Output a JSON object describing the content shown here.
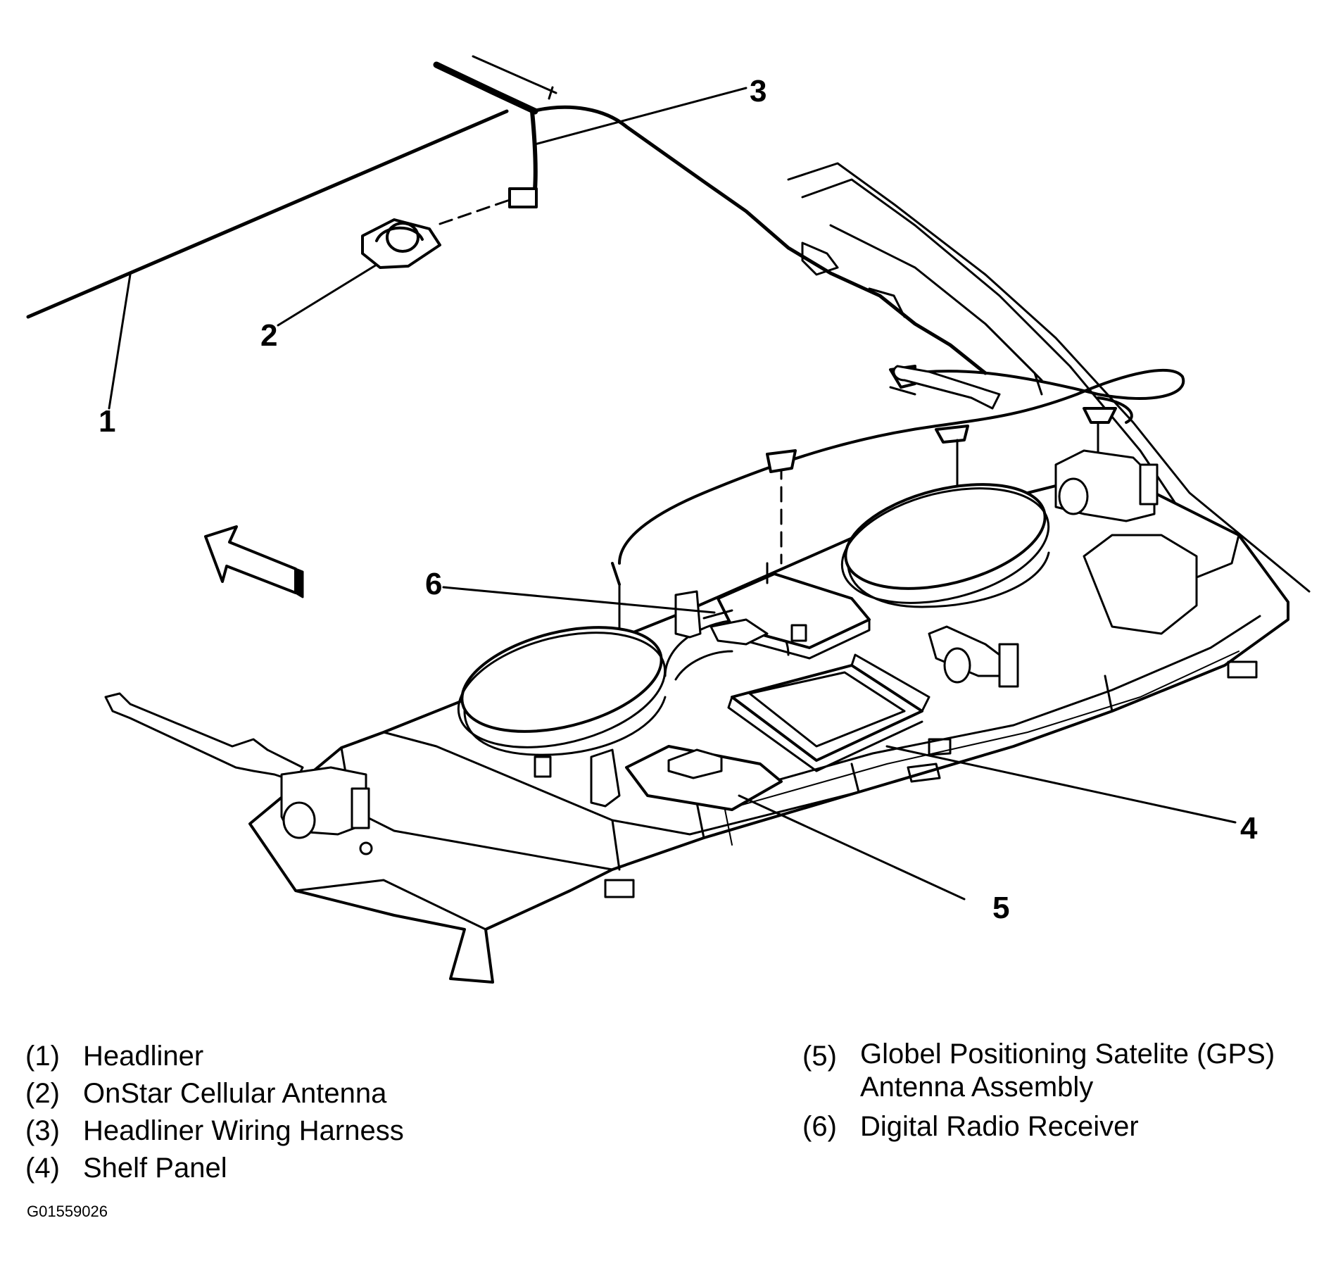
{
  "callouts": [
    {
      "id": "1",
      "label": "1"
    },
    {
      "id": "2",
      "label": "2"
    },
    {
      "id": "3",
      "label": "3"
    },
    {
      "id": "4",
      "label": "4"
    },
    {
      "id": "5",
      "label": "5"
    },
    {
      "id": "6",
      "label": "6"
    }
  ],
  "legend": {
    "left": [
      {
        "num": "(1)",
        "text": "Headliner"
      },
      {
        "num": "(2)",
        "text": "OnStar Cellular Antenna"
      },
      {
        "num": "(3)",
        "text": "Headliner Wiring Harness"
      },
      {
        "num": "(4)",
        "text": "Shelf Panel"
      }
    ],
    "right": [
      {
        "num": "(5)",
        "text": "Globel Positioning Satelite (GPS) Antenna Assembly"
      },
      {
        "num": "(6)",
        "text": "Digital Radio Receiver"
      }
    ]
  },
  "figure_code": "G01559026"
}
